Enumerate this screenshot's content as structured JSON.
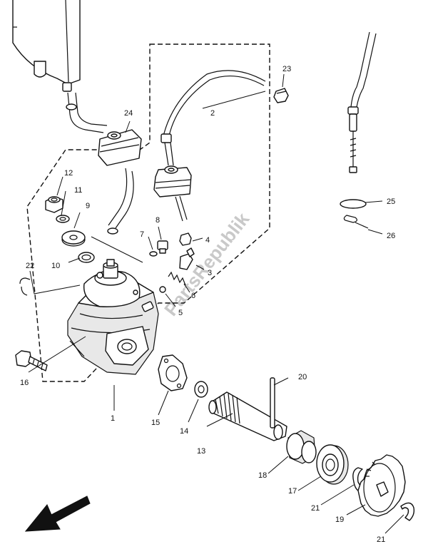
{
  "watermark": "PartsRepublik",
  "callouts": {
    "c1": "1",
    "c2": "2",
    "c3": "3",
    "c4": "4",
    "c5": "5",
    "c6": "6",
    "c7": "7",
    "c8": "8",
    "c9": "9",
    "c10": "10",
    "c11": "11",
    "c12": "12",
    "c13": "13",
    "c14": "14",
    "c15": "15",
    "c16": "16",
    "c17": "17",
    "c18": "18",
    "c19": "19",
    "c20": "20",
    "c21a": "21",
    "c21b": "21",
    "c22": "22",
    "c23": "23",
    "c24": "24",
    "c25": "25",
    "c26": "26"
  },
  "icons": {
    "direction_arrow": "front-arrow-icon"
  }
}
